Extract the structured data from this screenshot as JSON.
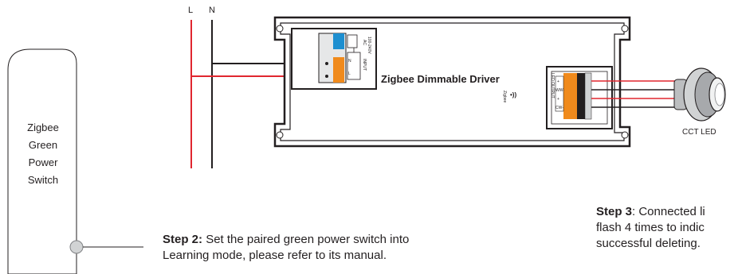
{
  "mains": {
    "line_label": "L",
    "neutral_label": "N"
  },
  "driver": {
    "title": "Zigbee Dimmable Driver",
    "input_ac": "AC",
    "input_range": "100-240V",
    "input_label": "INPUT",
    "terminal_n": "N",
    "terminal_l": "L",
    "output_label": "LED OUTPUT",
    "output_plus_1": "+",
    "output_ww": "WW-",
    "output_plus_2": "+",
    "output_cw": "CW-",
    "zigbee_label": "Zigbee",
    "signal_symbol": "•))"
  },
  "switch": {
    "lines": [
      "Zigbee",
      "Green",
      "Power",
      "Switch"
    ]
  },
  "led": {
    "label": "CCT LED"
  },
  "steps": {
    "step2_heading": "Step 2:",
    "step2_line1": "Set the paired green power switch into",
    "step2_line2": "Learning mode, please refer to its manual.",
    "step3_heading": "Step 3",
    "step3_line1": ": Connected li",
    "step3_line2": "flash 4 times to indic",
    "step3_line3": "successful deleting."
  },
  "colors": {
    "line_wire": "#e0262f",
    "neutral_wire": "#231f20",
    "terminal_orange": "#f08a1c",
    "terminal_blue": "#1e8fd0",
    "outline": "#231f20"
  }
}
